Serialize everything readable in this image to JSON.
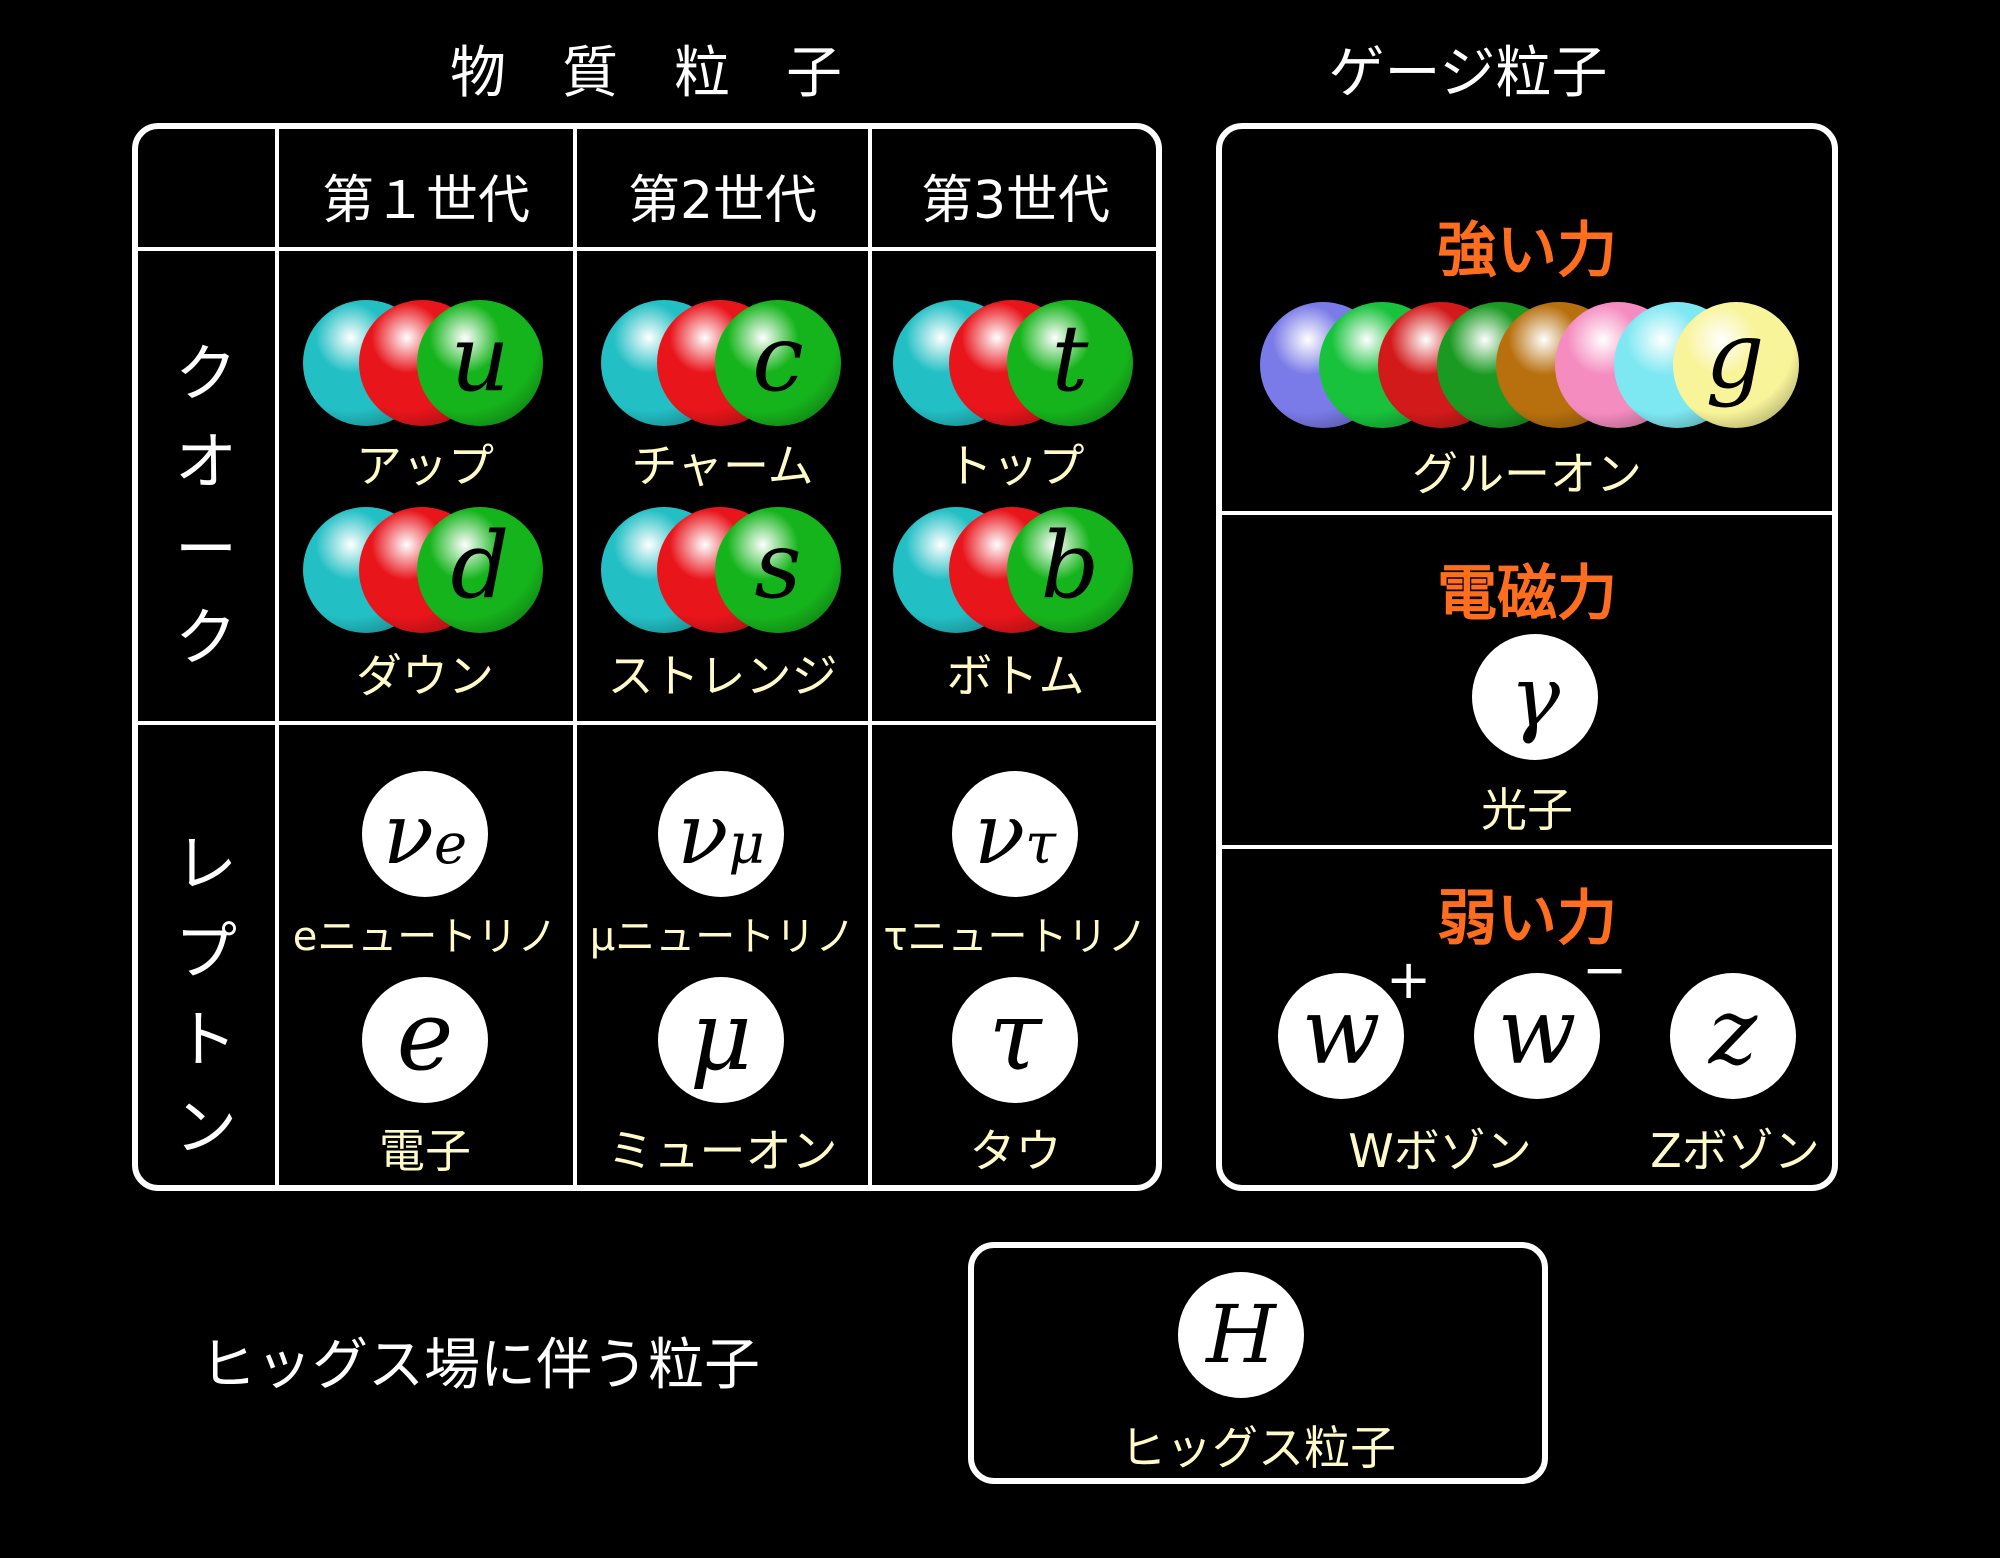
{
  "matter": {
    "title": "物　質　粒　子",
    "generations": [
      "第１世代",
      "第2世代",
      "第3世代"
    ],
    "quark_label": [
      "ク",
      "オ",
      "ー",
      "ク"
    ],
    "lepton_label": [
      "レ",
      "プ",
      "ト",
      "ン"
    ],
    "quarks": [
      {
        "symbol": "u",
        "name": "アップ"
      },
      {
        "symbol": "c",
        "name": "チャーム"
      },
      {
        "symbol": "t",
        "name": "トップ"
      },
      {
        "symbol": "d",
        "name": "ダウン"
      },
      {
        "symbol": "s",
        "name": "ストレンジ"
      },
      {
        "symbol": "b",
        "name": "ボトム"
      }
    ],
    "neutrinos": [
      {
        "symbol": "ν",
        "sub": "e",
        "name": "eニュートリノ"
      },
      {
        "symbol": "ν",
        "sub": "μ",
        "name": "μニュートリノ"
      },
      {
        "symbol": "ν",
        "sub": "τ",
        "name": "τニュートリノ"
      }
    ],
    "charged_leptons": [
      {
        "symbol": "e",
        "name": "電子"
      },
      {
        "symbol": "μ",
        "name": "ミューオン"
      },
      {
        "symbol": "τ",
        "name": "タウ"
      }
    ]
  },
  "gauge": {
    "title": "ゲージ粒子",
    "strong": {
      "force": "強い力",
      "symbol": "g",
      "name": "グルーオン"
    },
    "em": {
      "force": "電磁力",
      "symbol": "γ",
      "name": "光子"
    },
    "weak": {
      "force": "弱い力",
      "w_plus": {
        "symbol": "w",
        "sign": "+"
      },
      "w_minus": {
        "symbol": "w",
        "sign": "−"
      },
      "z": {
        "symbol": "z"
      },
      "w_name": "Wボゾン",
      "z_name": "Zボゾン"
    }
  },
  "higgs": {
    "caption": "ヒッグス場に伴う粒子",
    "symbol": "H",
    "name": "ヒッグス粒子"
  },
  "colors": {
    "cyan": "#22bfc4",
    "red": "#e8151b",
    "green": "#16b41c",
    "label_yellow": "#fffbc8",
    "force_orange": "#ff6e1e",
    "gluon": [
      "#7a7ae8",
      "#18c23c",
      "#d31a1a",
      "#1b9a22",
      "#b8700e",
      "#f58cc0",
      "#7ee8f2",
      "#f8f49a"
    ]
  }
}
